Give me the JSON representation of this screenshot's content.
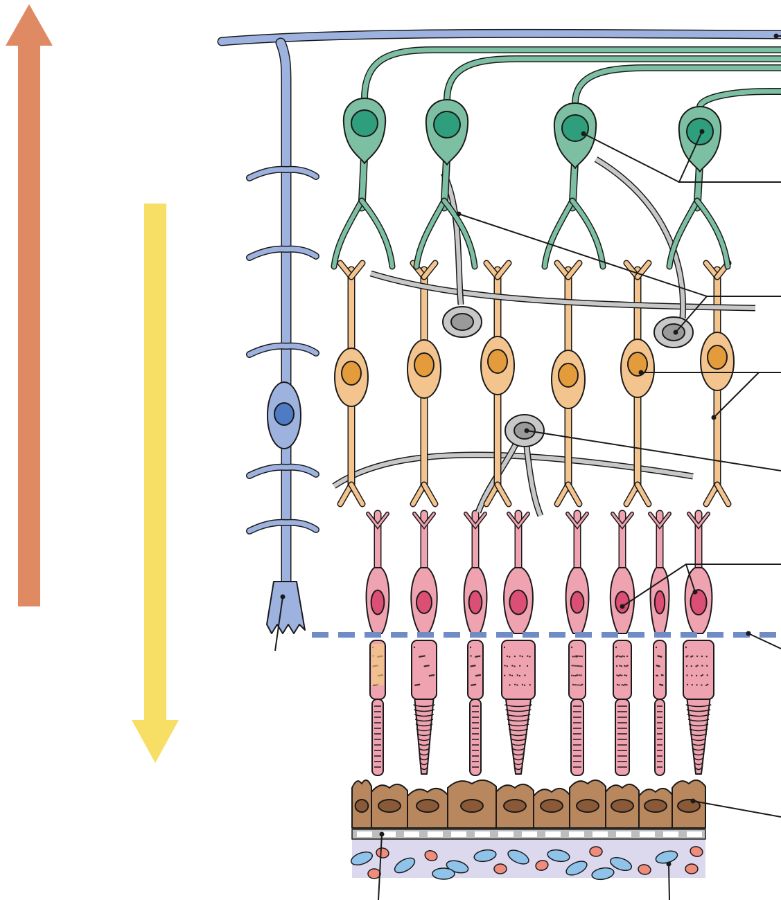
{
  "diagram": {
    "type": "retina-layers-schematic",
    "arrows": [
      {
        "name": "signal-direction-arrow",
        "direction": "up",
        "color": "#E08A63"
      },
      {
        "name": "light-direction-arrow",
        "direction": "down",
        "color": "#F7DE64"
      }
    ],
    "labels": []
  },
  "colors": {
    "ganglion": "#7DBFA2",
    "ganglion_nucleus": "#2F9E7C",
    "bipolar": "#F3C48E",
    "bipolar_nucleus": "#E49B3C",
    "amacrine_horizontal": "#C8C8C8",
    "amacrine_nucleus": "#9A9A9A",
    "photoreceptor": "#EFA3B1",
    "photoreceptor_nucleus": "#DC4F75",
    "muller": "#9EB2E0",
    "muller_nucleus": "#4F7BC4",
    "rpe": "#B9875E",
    "rpe_nucleus": "#8A5A38",
    "choroid": "#DCD8EE",
    "blood_red": "#F08C7C",
    "blood_blue": "#8FC3EA",
    "limiting_membrane": "#6F8CC6"
  }
}
